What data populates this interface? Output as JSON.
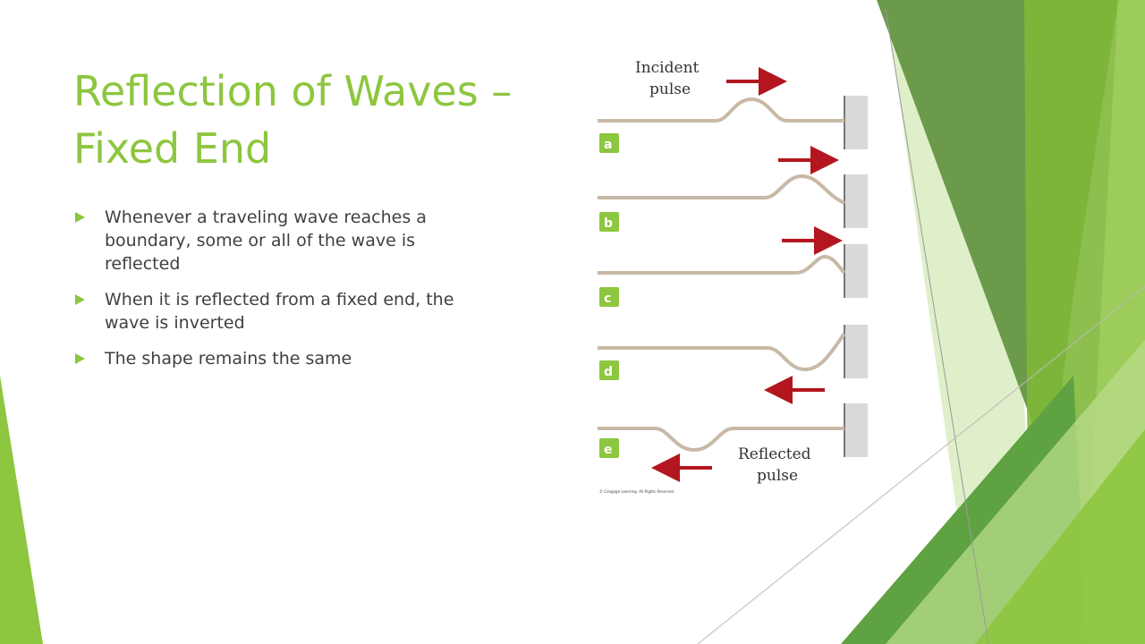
{
  "slide": {
    "title_line1": "Reflection of Waves –",
    "title_line2": "Fixed End",
    "bullets": [
      "Whenever a traveling wave reaches a boundary, some or all of the wave is reflected",
      "When it is reflected from a fixed end, the wave is inverted",
      "The shape remains the same"
    ]
  },
  "figure": {
    "incident_label_line1": "Incident",
    "incident_label_line2": "pulse",
    "reflected_label_line1": "Reflected",
    "reflected_label_line2": "pulse",
    "panel_labels": [
      "a",
      "b",
      "c",
      "d",
      "e"
    ],
    "credit": "© Cengage Learning. All Rights Reserved."
  },
  "colors": {
    "accent": "#8dc63f",
    "arrow": "#b3161e",
    "rope": "#c8b9a6",
    "wall": "#d9d9d9"
  }
}
